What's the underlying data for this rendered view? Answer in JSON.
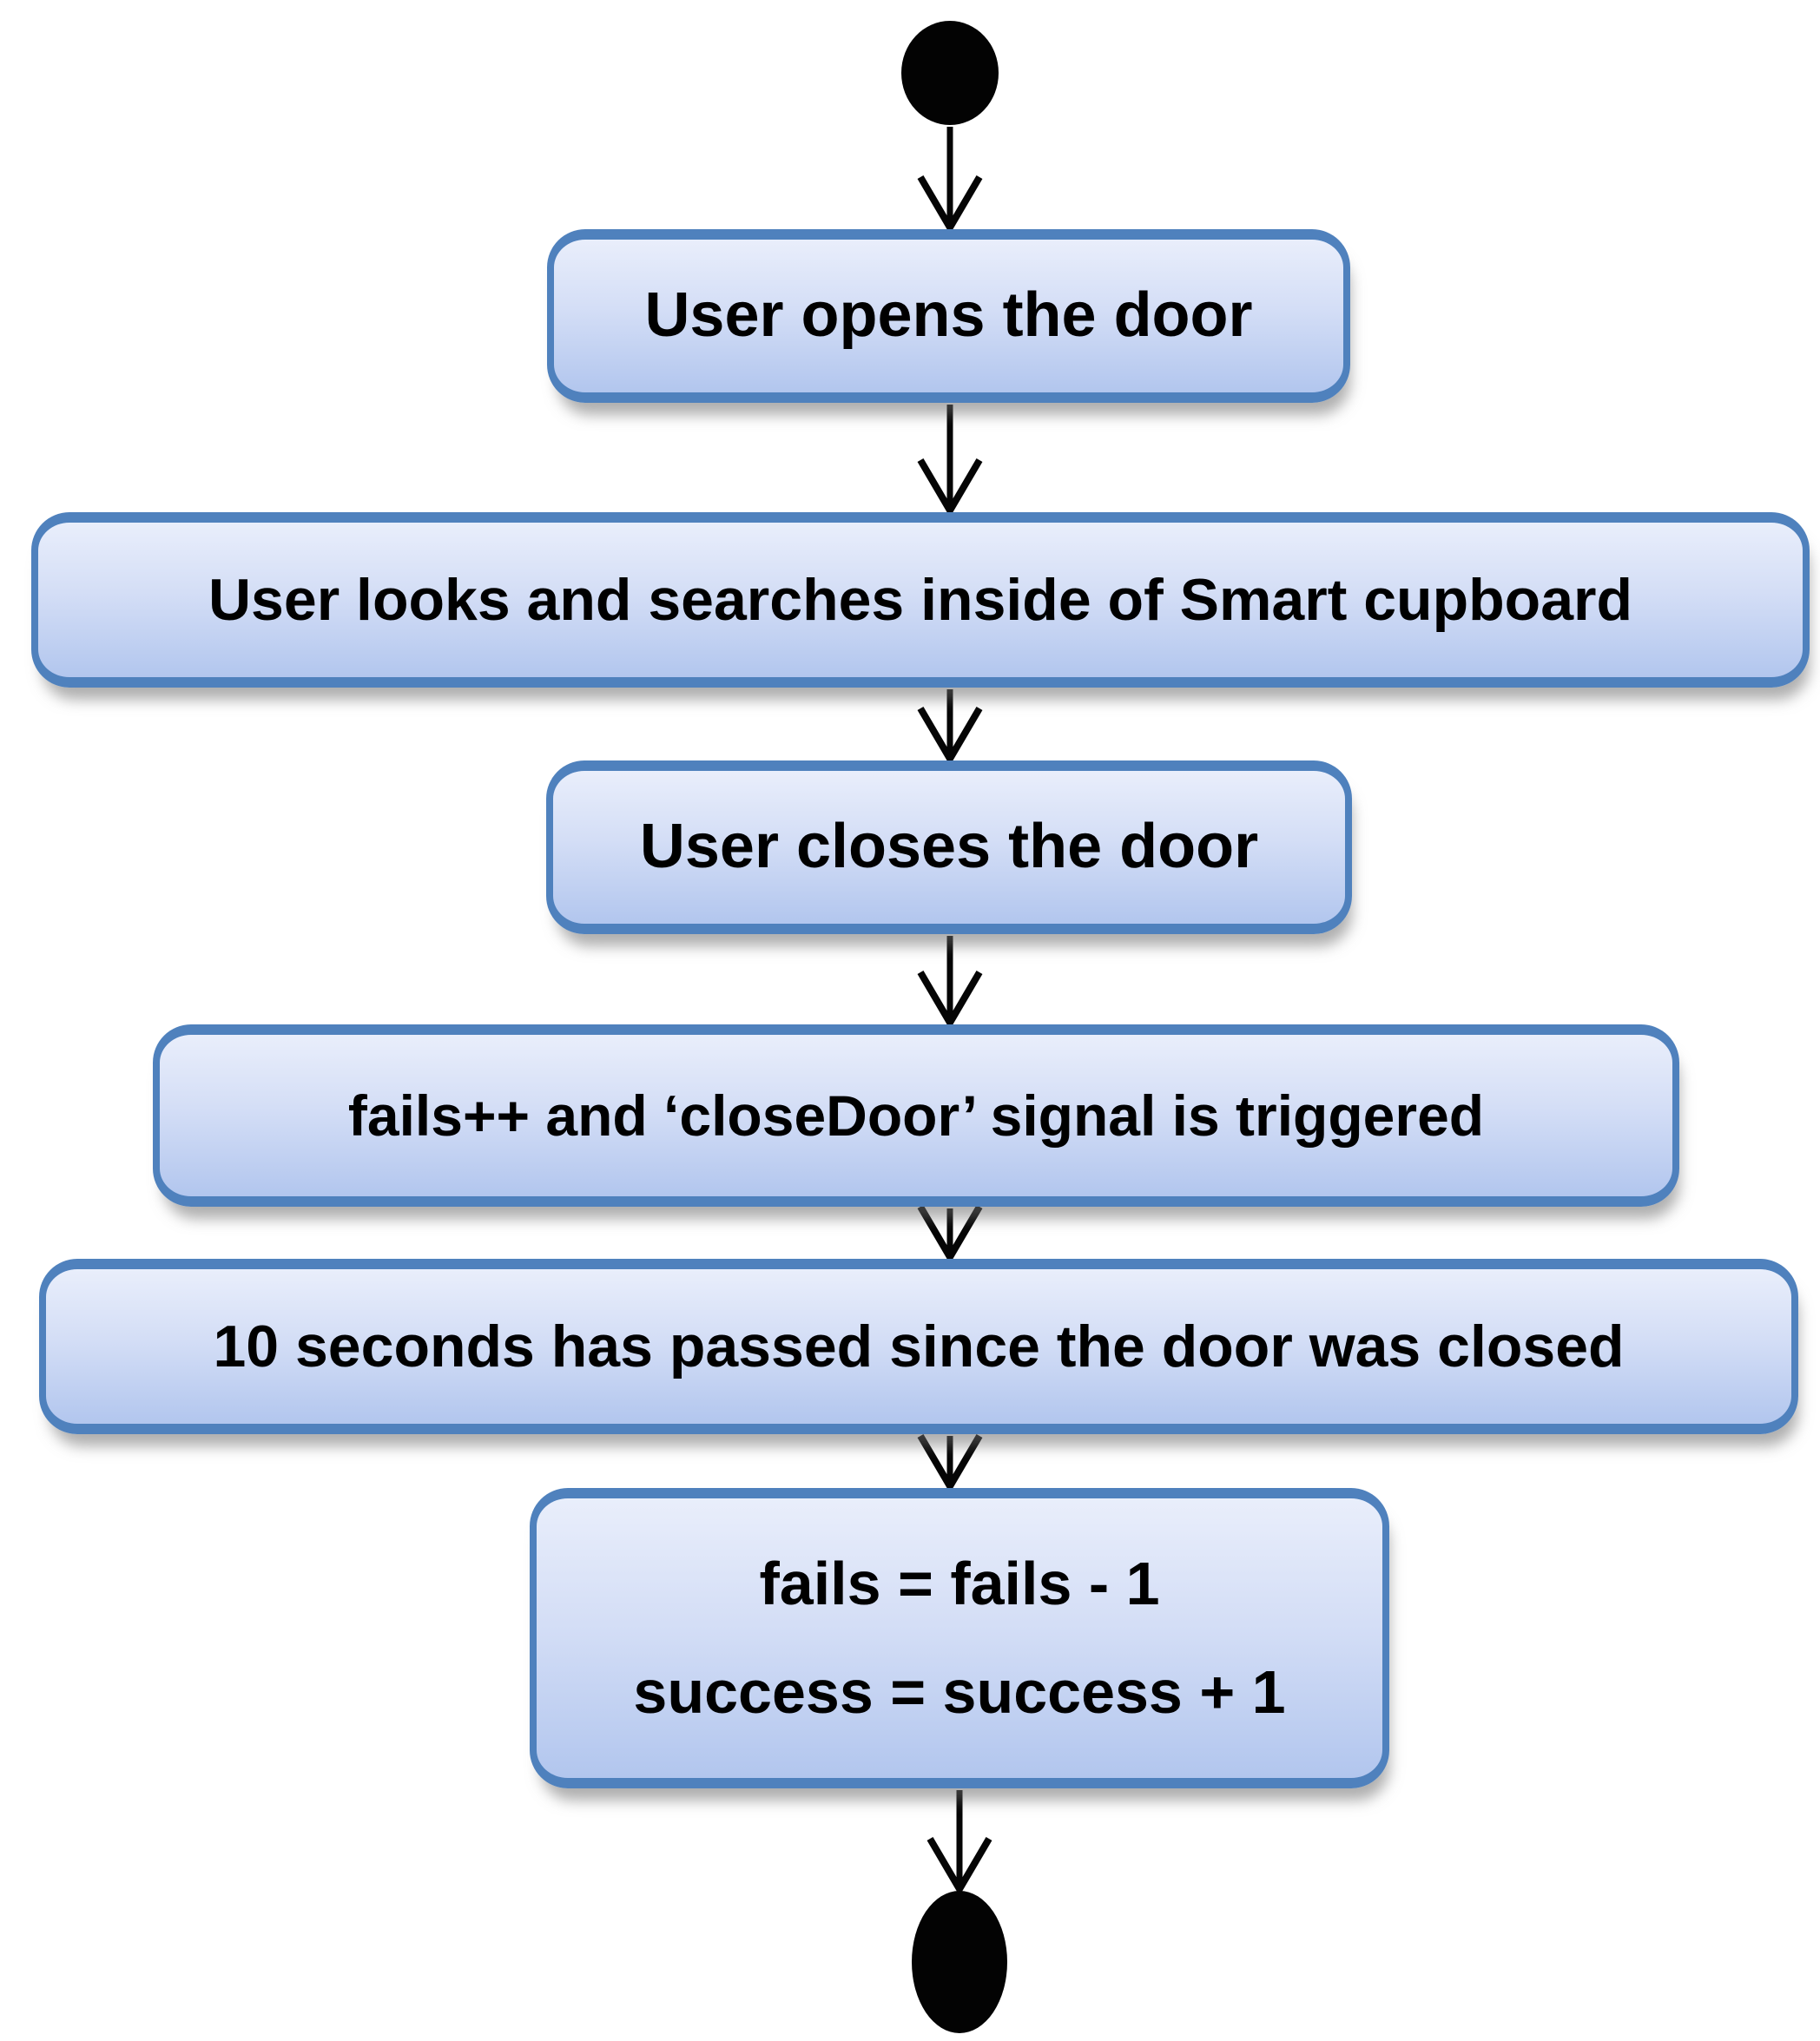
{
  "diagram": {
    "kind": "uml-activity-diagram",
    "background_color": "#ffffff",
    "node_border_color": "#4f81bd",
    "node_fill_top": "#e9eefb",
    "node_fill_bottom": "#b2c6ee",
    "arrow_color": "#000000",
    "text_color": "#000000",
    "start_node": "initial-node",
    "end_node": "final-node",
    "steps": {
      "step1": "User opens the door",
      "step2": "User looks and searches inside of Smart cupboard",
      "step3": "User closes the door",
      "step4": "fails++ and ‘closeDoor’ signal is triggered",
      "step5": "10 seconds has passed since the door was closed",
      "step6_line1": "fails = fails - 1",
      "step6_line2": "success = success + 1"
    }
  }
}
